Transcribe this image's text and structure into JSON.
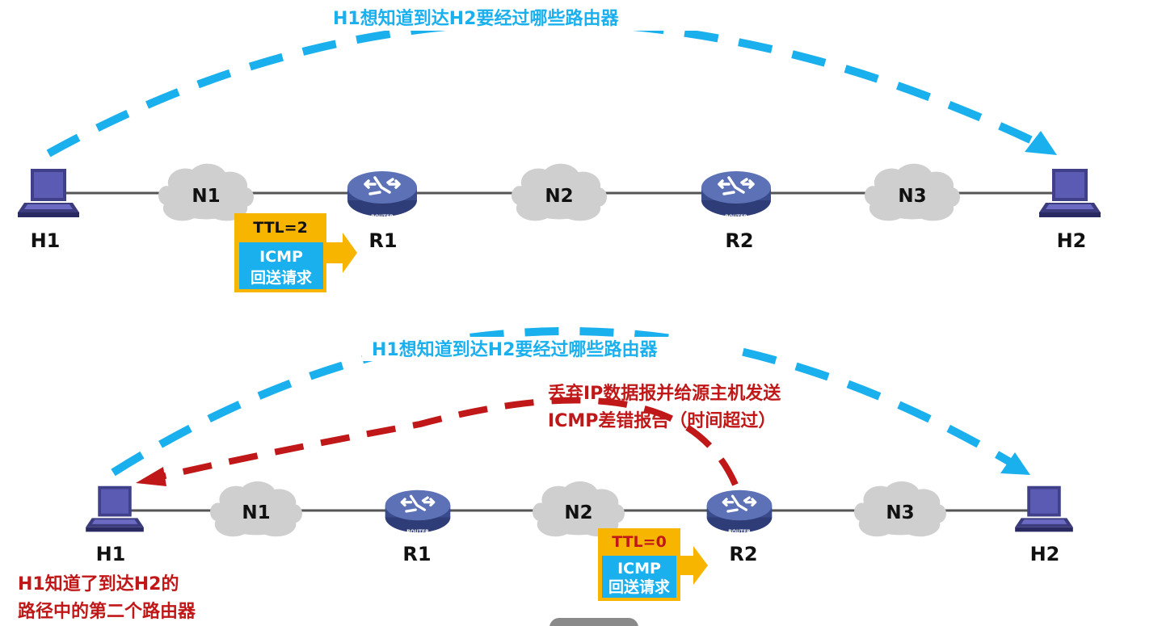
{
  "top": {
    "caption": "H1想知道到达H2要经过哪些路由器",
    "hosts": [
      "H1",
      "H2"
    ],
    "routers": [
      "R1",
      "R2"
    ],
    "networks": [
      "N1",
      "N2",
      "N3"
    ],
    "packet": {
      "ttl": "TTL=2",
      "type": "ICMP",
      "subtype": "回送请求"
    }
  },
  "bottom": {
    "caption": "H1想知道到达H2要经过哪些路由器",
    "error_line1": "丢弃IP数据报并给源主机发送",
    "error_line2": "ICMP差错报告（时间超过）",
    "hosts": [
      "H1",
      "H2"
    ],
    "routers": [
      "R1",
      "R2"
    ],
    "networks": [
      "N1",
      "N2",
      "N3"
    ],
    "packet": {
      "ttl": "TTL=0",
      "type": "ICMP",
      "subtype": "回送请求"
    },
    "result_line1": "H1知道了到达H2的",
    "result_line2": "路径中的第二个路由器"
  },
  "router_badge": "ROUTER",
  "colors": {
    "blue_arc": "#1ab0ee",
    "red_arc": "#c01818",
    "ttl_box": "#f7b500",
    "icmp_box": "#1ab0ee",
    "cloud": "#cfcfcf",
    "router": "#4a5da0"
  }
}
